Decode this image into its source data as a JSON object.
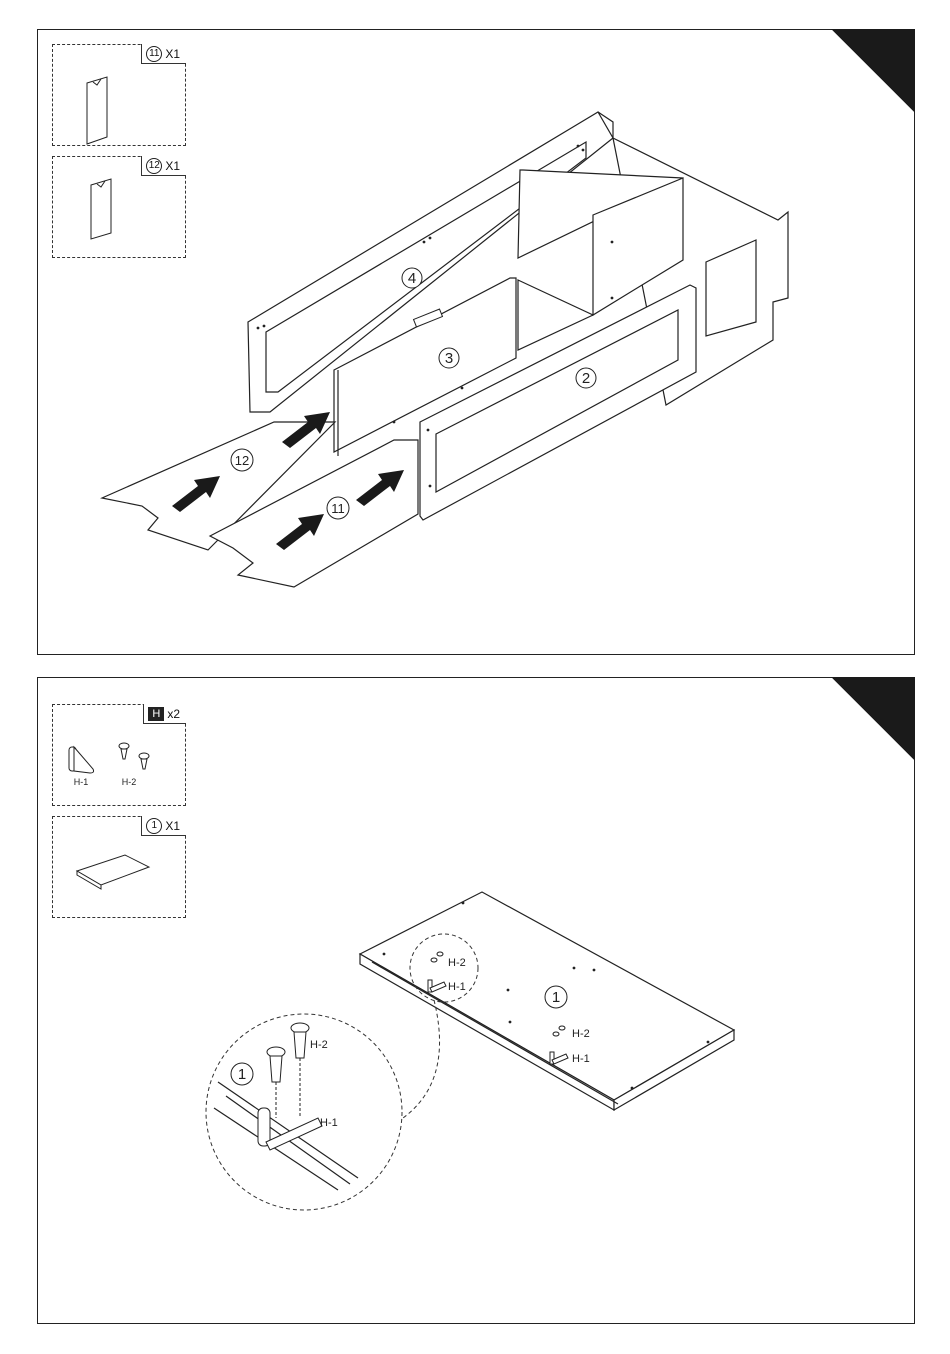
{
  "step_a": {
    "parts": [
      {
        "number": "11",
        "qty": "X1"
      },
      {
        "number": "12",
        "qty": "X1"
      }
    ],
    "callouts": {
      "p4": "4",
      "p3": "3",
      "p2": "2",
      "p12": "12",
      "p11": "11"
    }
  },
  "step_b": {
    "hardware": {
      "code": "H",
      "qty": "x2",
      "items": [
        "H-1",
        "H-2"
      ]
    },
    "parts": [
      {
        "number": "1",
        "qty": "X1"
      }
    ],
    "callouts": {
      "panel": "1",
      "detail_panel": "1",
      "h2_label": "H-2",
      "h1_label": "H-1"
    }
  }
}
